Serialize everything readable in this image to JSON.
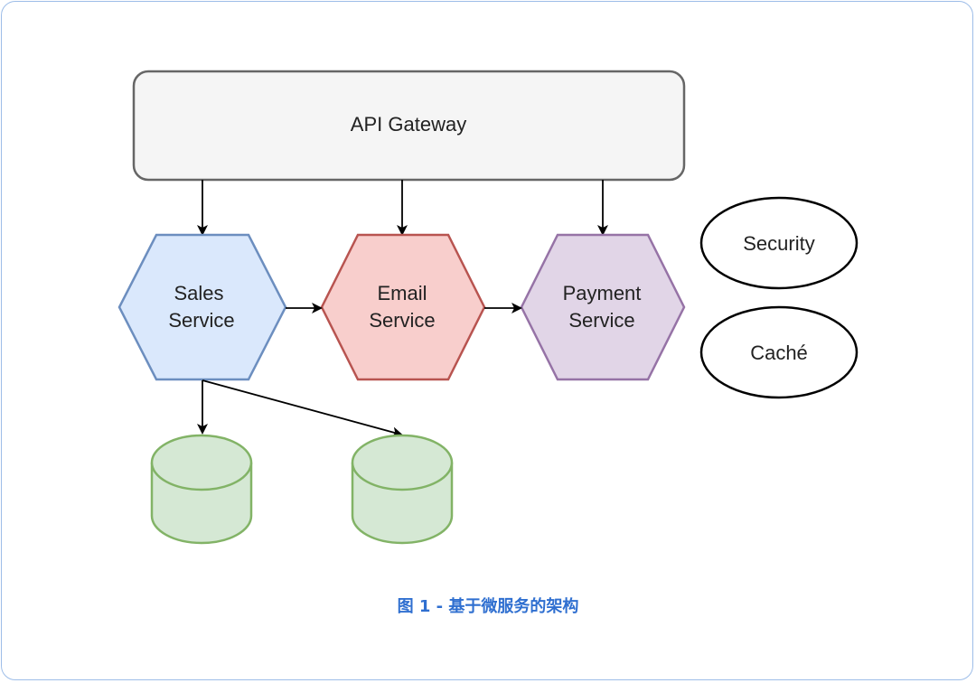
{
  "diagram": {
    "gateway": {
      "label": "API Gateway"
    },
    "services": [
      {
        "line1": "Sales",
        "line2": "Service",
        "fill": "#dae8fc",
        "stroke": "#6c8ebf"
      },
      {
        "line1": "Email",
        "line2": "Service",
        "fill": "#f8cecc",
        "stroke": "#b85450"
      },
      {
        "line1": "Payment",
        "line2": "Service",
        "fill": "#e1d5e7",
        "stroke": "#9673a6"
      }
    ],
    "side_nodes": [
      {
        "label": "Security"
      },
      {
        "label": "Caché"
      }
    ],
    "databases": {
      "fill": "#d5e8d4",
      "stroke": "#82b366",
      "count": 2
    },
    "gateway_fill": "#f5f5f5",
    "gateway_stroke": "#666666"
  },
  "caption": "图 1 - 基于微服务的架构"
}
